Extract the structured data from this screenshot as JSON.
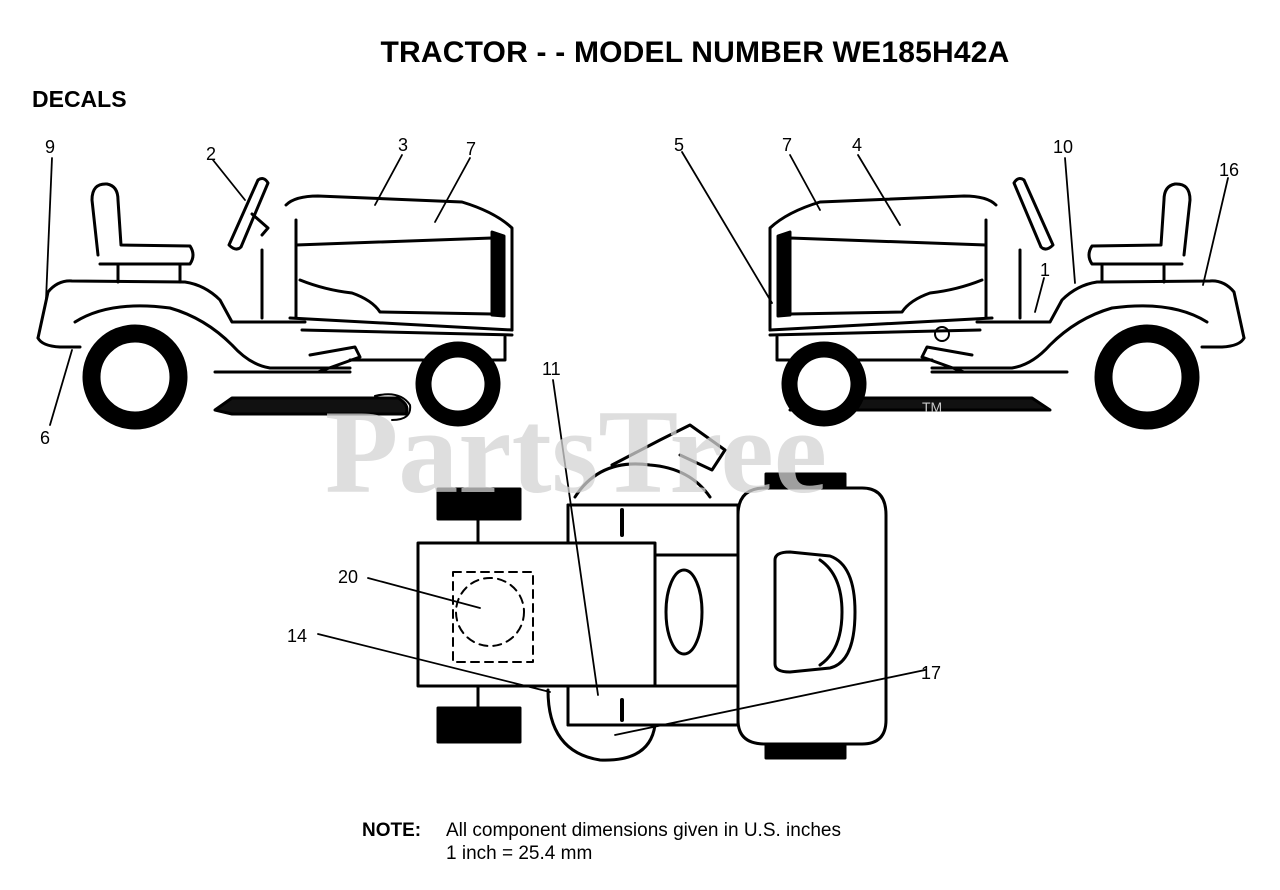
{
  "title": "TRACTOR - - MODEL NUMBER WE185H42A",
  "section": "DECALS",
  "callouts": {
    "c9": "9",
    "c2": "2",
    "c3": "3",
    "c7a": "7",
    "c6": "6",
    "c5": "5",
    "c7b": "7",
    "c4": "4",
    "c10": "10",
    "c16": "16",
    "c1": "1",
    "c11": "11",
    "c20": "20",
    "c14": "14",
    "c17": "17"
  },
  "note": {
    "label": "NOTE:",
    "line1": "All component dimensions given in U.S. inches",
    "line2": "1 inch = 25.4 mm"
  },
  "watermark": {
    "text": "PartsTree",
    "tm": "TM"
  }
}
